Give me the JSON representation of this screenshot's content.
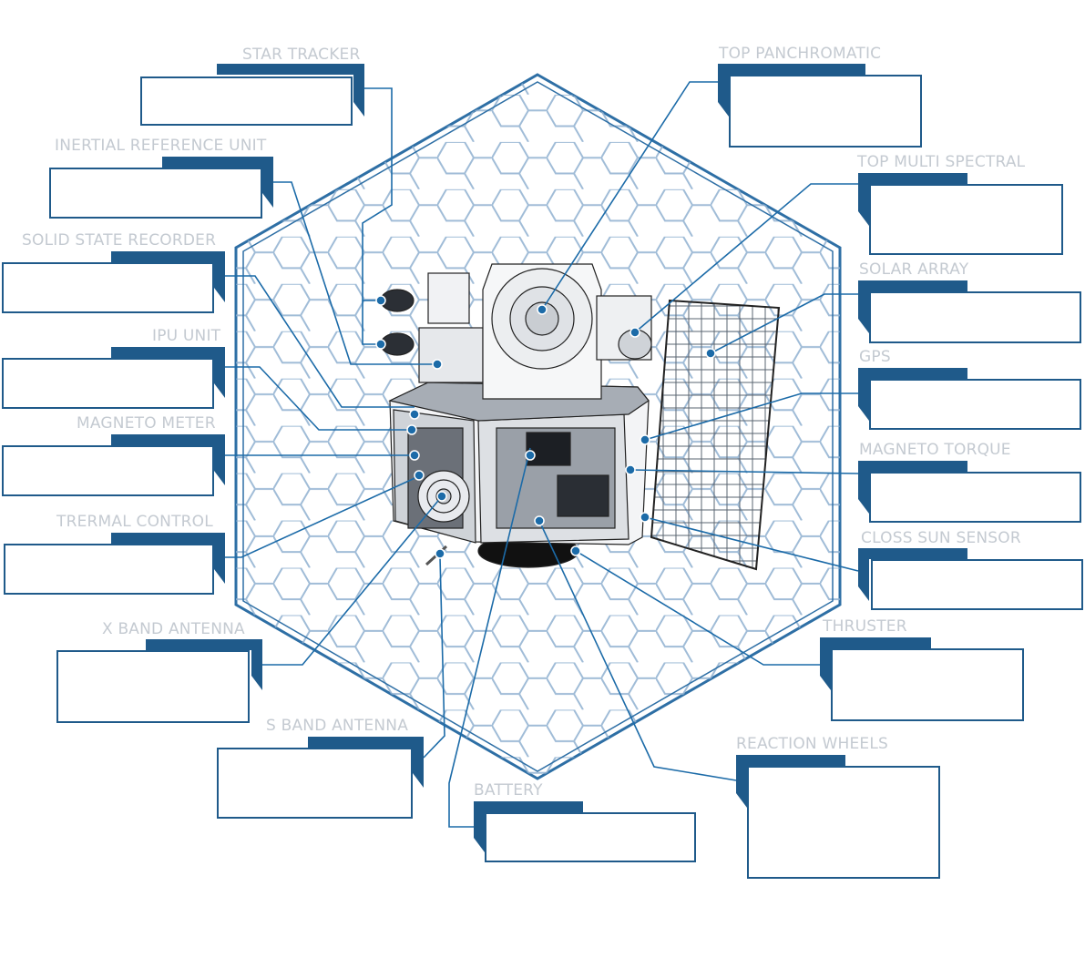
{
  "colors": {
    "accent": "#1f5a8a",
    "label": "#c4cad1",
    "hex_grid": "#7fa3c7",
    "leader": "#1c6ba8"
  },
  "diagram": {
    "subject": "satellite-cutaway",
    "callouts": [
      {
        "id": "star-tracker",
        "label": "STAR TRACKER"
      },
      {
        "id": "inertial-reference-unit",
        "label": "INERTIAL REFERENCE UNIT"
      },
      {
        "id": "solid-state-recorder",
        "label": "SOLID STATE RECORDER"
      },
      {
        "id": "ipu-unit",
        "label": "IPU UNIT"
      },
      {
        "id": "magneto-meter",
        "label": "MAGNETO METER"
      },
      {
        "id": "thermal-control",
        "label": "TRERMAL CONTROL"
      },
      {
        "id": "x-band-antenna",
        "label": "X BAND ANTENNA"
      },
      {
        "id": "s-band-antenna",
        "label": "S BAND ANTENNA"
      },
      {
        "id": "battery",
        "label": "BATTERY"
      },
      {
        "id": "top-panchromatic",
        "label": "TOP PANCHROMATIC"
      },
      {
        "id": "top-multi-spectral",
        "label": "TOP MULTI SPECTRAL"
      },
      {
        "id": "solar-array",
        "label": "SOLAR ARRAY"
      },
      {
        "id": "gps",
        "label": "GPS"
      },
      {
        "id": "magneto-torque",
        "label": "MAGNETO TORQUE"
      },
      {
        "id": "closs-sun-sensor",
        "label": "CLOSS SUN SENSOR"
      },
      {
        "id": "thruster",
        "label": "THRUSTER"
      },
      {
        "id": "reaction-wheels",
        "label": "REACTION WHEELS"
      }
    ]
  }
}
